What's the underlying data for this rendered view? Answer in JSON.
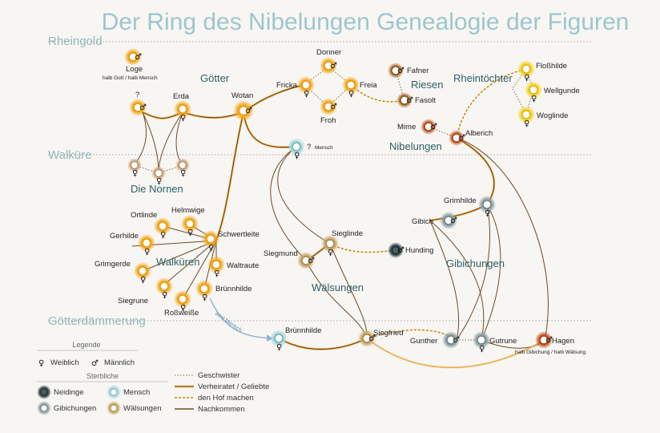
{
  "title": "Der Ring des Nibelungen Genealogie der Figuren",
  "sections": {
    "rheingold": "Rheingold",
    "walkuere": "Walküre",
    "goetterdaemmerung": "Götterdämmerung"
  },
  "groups": {
    "goetter": "Götter",
    "riesen": "Riesen",
    "rheintoechter": "Rheintöchter",
    "nibelungen": "Nibelungen",
    "nornen": "Die Nornen",
    "walkueren": "Walküren",
    "waelsungen": "Wälsungen",
    "gibichungen": "Gibichungen"
  },
  "characters": {
    "loge": {
      "name": "Loge",
      "note": "halb Gott / halb Mensch",
      "symbol": "♂"
    },
    "unknown_god": {
      "name": "?",
      "symbol": "♂"
    },
    "erda": {
      "name": "Erda",
      "symbol": "♀"
    },
    "wotan": {
      "name": "Wotan",
      "symbol": "♂"
    },
    "fricka": {
      "name": "Fricka",
      "symbol": "♀"
    },
    "donner": {
      "name": "Donner",
      "symbol": "♂"
    },
    "freia": {
      "name": "Freia",
      "symbol": "♀"
    },
    "froh": {
      "name": "Froh",
      "symbol": "♂"
    },
    "fafner": {
      "name": "Fafner",
      "symbol": "♂"
    },
    "fasolt": {
      "name": "Fasolt",
      "symbol": "♂"
    },
    "flosshilde": {
      "name": "Floßhilde",
      "symbol": "♀"
    },
    "wellgunde": {
      "name": "Wellgunde",
      "symbol": "♀"
    },
    "woglinde": {
      "name": "Woglinde",
      "symbol": "♀"
    },
    "mime": {
      "name": "Mime",
      "symbol": "♂"
    },
    "alberich": {
      "name": "Alberich",
      "symbol": "♂"
    },
    "mensch": {
      "name": "?",
      "note": "Mensch",
      "symbol": "♀"
    },
    "norn1": {
      "symbol": "♀"
    },
    "norn2": {
      "symbol": "♀"
    },
    "norn3": {
      "symbol": "♀"
    },
    "ortlinde": {
      "name": "Ortlinde",
      "symbol": "♀"
    },
    "helmwige": {
      "name": "Helmwige",
      "symbol": "♀"
    },
    "gerhilde": {
      "name": "Gerhilde",
      "symbol": "♀"
    },
    "schwertleite": {
      "name": "Schwertleite",
      "symbol": "♀"
    },
    "grimgerde": {
      "name": "Grimgerde",
      "symbol": "♀"
    },
    "waltraute": {
      "name": "Waltraute",
      "symbol": "♀"
    },
    "siegrune": {
      "name": "Siegrune",
      "symbol": "♀"
    },
    "rossweisse": {
      "name": "Roßweiße",
      "symbol": "♀"
    },
    "bruennhilde_w": {
      "name": "Brünnhilde",
      "symbol": "♀"
    },
    "sieglinde": {
      "name": "Sieglinde",
      "symbol": "♀"
    },
    "siegmund": {
      "name": "Siegmund",
      "symbol": "♂"
    },
    "hunding": {
      "name": "Hunding",
      "symbol": "♂"
    },
    "grimhilde": {
      "name": "Grimhilde",
      "symbol": "♀"
    },
    "gibich": {
      "name": "Gibich",
      "symbol": "♂"
    },
    "bruennhilde_g": {
      "name": "Brünnhilde",
      "symbol": "♀"
    },
    "siegfried": {
      "name": "Siegfried",
      "symbol": "♂"
    },
    "gunther": {
      "name": "Gunther",
      "symbol": "♂"
    },
    "gutrune": {
      "name": "Gutrune",
      "symbol": "♀"
    },
    "hagen": {
      "name": "Hagen",
      "note": "halb Gibichung / halb Wälsung",
      "symbol": "♂"
    }
  },
  "arrow_label": "wird Mensch",
  "legend": {
    "heading": "Legende",
    "female": "Weiblich",
    "male": "Männlich",
    "mortals_heading": "Sterbliche",
    "neidinge": "Neidinge",
    "mensch": "Mensch",
    "gibichungen": "Gibichungen",
    "waelsungen": "Wälsungen",
    "lines": {
      "siblings": "Geschwister",
      "married": "Verheiratet  / Geliebte",
      "courting": "den Hof machen",
      "descendants": "Nachkommen"
    }
  },
  "colors": {
    "god": "#f4a91c",
    "rhine": "#f6d21a",
    "nibelung": "#c0521f",
    "giant": "#a8651f",
    "human": "#a9d7da",
    "gibichung": "#8fa2a5",
    "waelsung": "#c9a76a",
    "neiding": "#2f4446",
    "norn": "#cfa883",
    "line_married": "#eaa320",
    "line_descendant": "#6f4a28",
    "title": "#9ec6cc",
    "section": "#94b6bd",
    "group": "#2f5e66"
  }
}
